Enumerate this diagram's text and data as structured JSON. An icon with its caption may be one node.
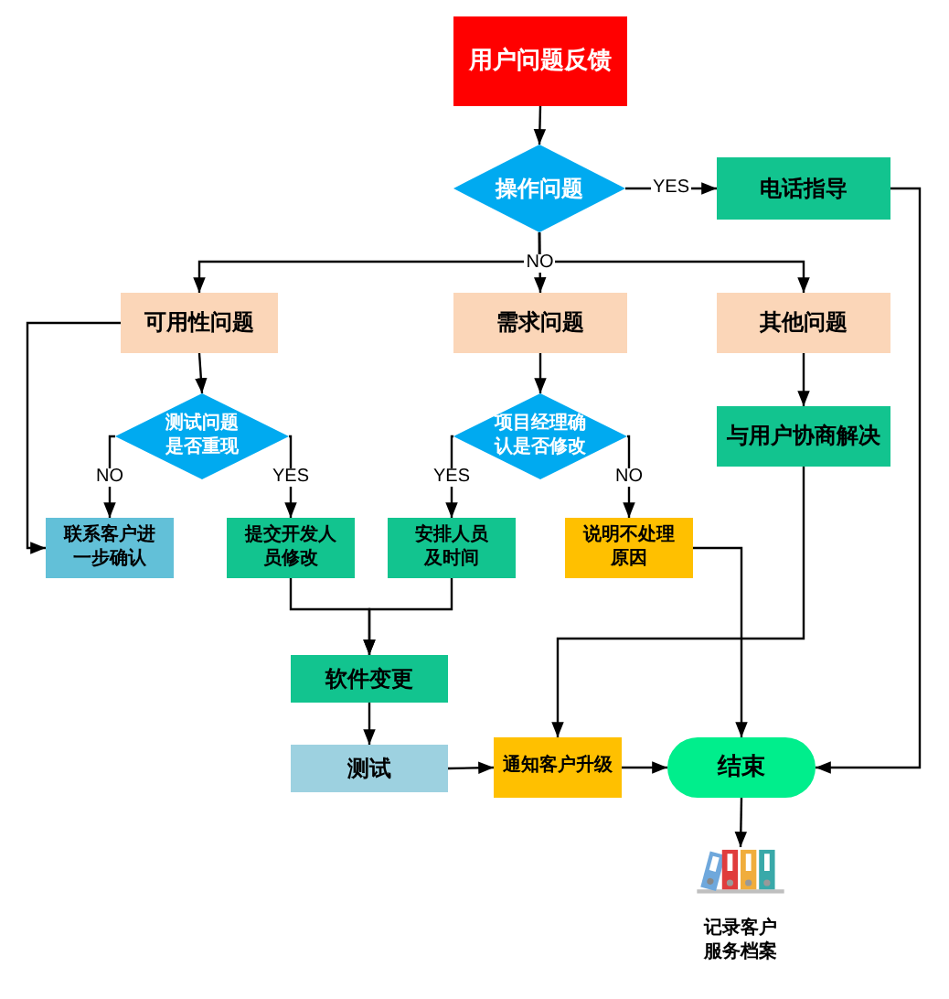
{
  "diagram": {
    "nodes": [
      {
        "text": [
          "用户问题反馈"
        ]
      },
      {
        "text": [
          "操作问题"
        ]
      },
      {
        "text": [
          "电话指导"
        ]
      },
      {
        "text": [
          "可用性问题"
        ]
      },
      {
        "text": [
          "需求问题"
        ]
      },
      {
        "text": [
          "其他问题"
        ]
      },
      {
        "text": [
          "测试问题是否重现"
        ]
      },
      {
        "text": [
          "项目经理确认是否修改"
        ]
      },
      {
        "text": [
          "联系客户进一步确认"
        ]
      },
      {
        "text": [
          "提交开发人员修改"
        ]
      },
      {
        "text": [
          "安排人员及时间"
        ]
      },
      {
        "text": [
          "说明不处理原因"
        ]
      },
      {
        "text": [
          "与用户协商解决"
        ]
      },
      {
        "text": [
          "软件变更"
        ]
      },
      {
        "text": [
          "测试"
        ]
      },
      {
        "text": [
          "通知客户升级"
        ]
      },
      {
        "text": [
          "结束"
        ]
      },
      {
        "text": [
          "记录客户服务档案"
        ]
      }
    ],
    "edges": [
      {
        "from": 0,
        "to": 1,
        "arrow": "to"
      },
      {
        "from": 1,
        "to": 2,
        "arrow": "to",
        "label": "YES"
      },
      {
        "from": 1,
        "to": 3,
        "arrow": "to"
      },
      {
        "from": 1,
        "to": 4,
        "arrow": "to",
        "label": "NO"
      },
      {
        "from": 1,
        "to": 5,
        "arrow": "to"
      },
      {
        "from": 2,
        "to": 16,
        "arrow": "to"
      },
      {
        "from": 3,
        "to": 6,
        "arrow": "to"
      },
      {
        "from": 3,
        "to": 8,
        "arrow": "to"
      },
      {
        "from": 6,
        "to": 8,
        "arrow": "to",
        "label": "NO"
      },
      {
        "from": 6,
        "to": 9,
        "arrow": "to",
        "label": "YES"
      },
      {
        "from": 4,
        "to": 7,
        "arrow": "to"
      },
      {
        "from": 7,
        "to": 10,
        "arrow": "to",
        "label": "YES"
      },
      {
        "from": 7,
        "to": 11,
        "arrow": "to",
        "label": "NO"
      },
      {
        "from": 5,
        "to": 12,
        "arrow": "to"
      },
      {
        "from": 9,
        "to": 13,
        "arrow": "to"
      },
      {
        "from": 10,
        "to": 13,
        "arrow": "to"
      },
      {
        "from": 13,
        "to": 14,
        "arrow": "to"
      },
      {
        "from": 14,
        "to": 15,
        "arrow": "to"
      },
      {
        "from": 15,
        "to": 16,
        "arrow": "to"
      },
      {
        "from": 11,
        "to": 16,
        "arrow": "to"
      },
      {
        "from": 12,
        "to": 15,
        "arrow": "to"
      },
      {
        "from": 16,
        "to": 17,
        "arrow": "to"
      }
    ]
  }
}
